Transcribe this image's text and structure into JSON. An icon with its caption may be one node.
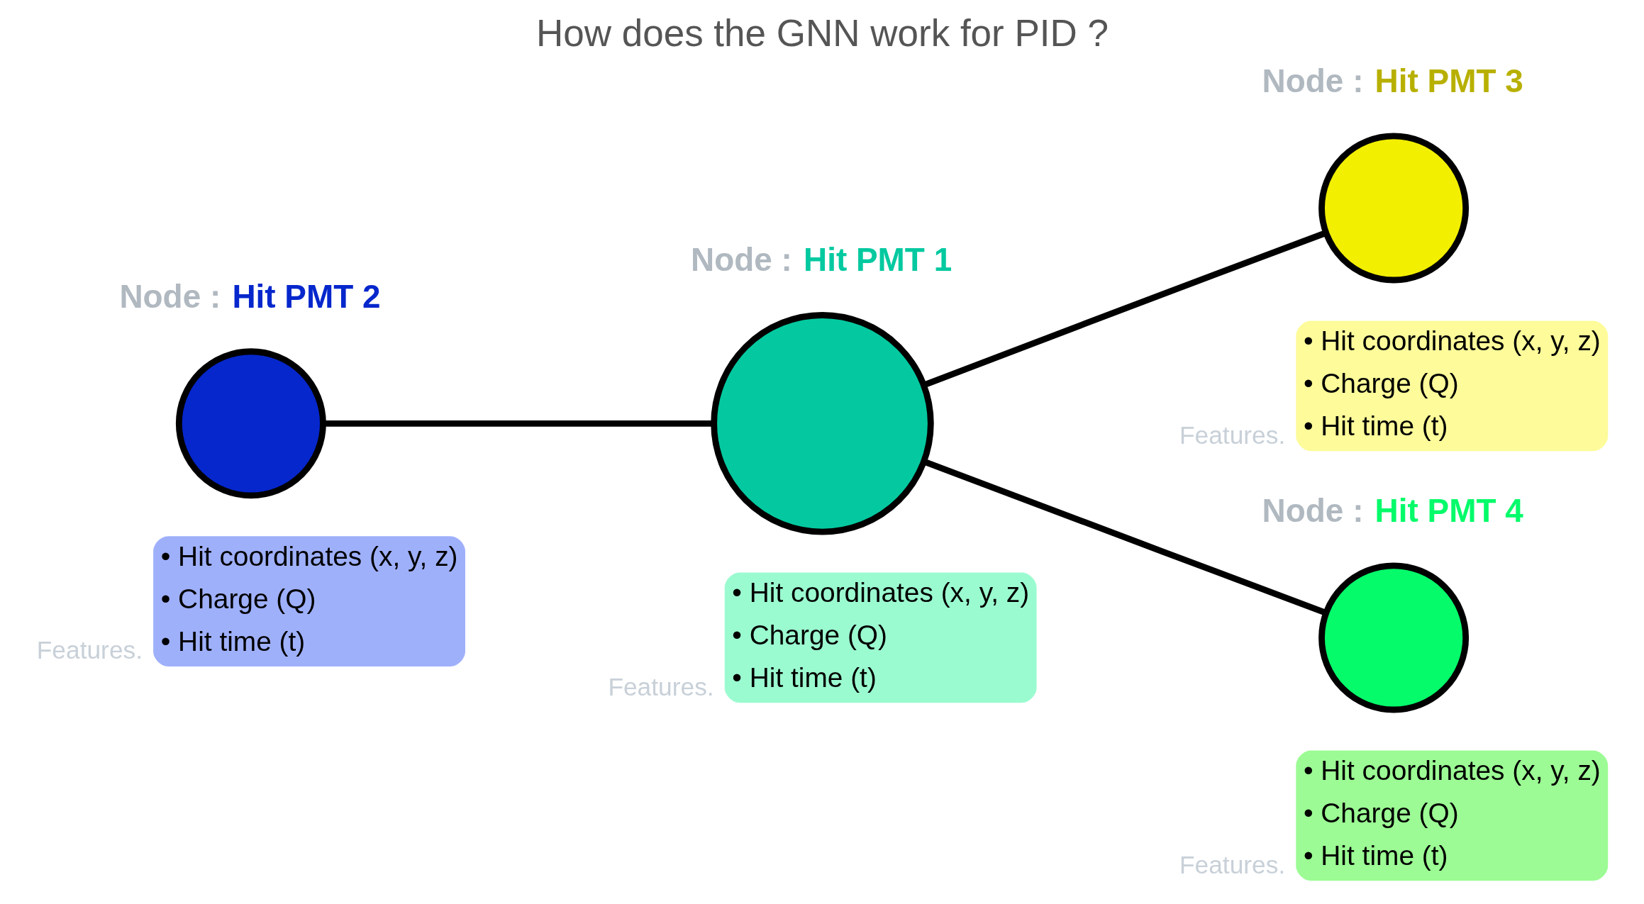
{
  "diagram": {
    "title": "How does the GNN work for PID ?",
    "nodes": [
      {
        "text": [],
        "shape": "circle",
        "beside": [
          "Node :",
          "Hit PMT 2"
        ]
      },
      {
        "text": [
          "Features.",
          "• Hit coordinates (x, y, z)",
          "• Charge (Q)",
          "• Hit time (t)"
        ]
      },
      {
        "text": [],
        "shape": "circle",
        "beside": [
          "Node :",
          "Hit PMT 1"
        ]
      },
      {
        "text": [
          "Features.",
          "• Hit coordinates (x, y, z)",
          "• Charge (Q)",
          "• Hit time (t)"
        ]
      },
      {
        "text": [],
        "shape": "circle",
        "beside": [
          "Node :",
          "Hit PMT 3"
        ]
      },
      {
        "text": [
          "Features.",
          "• Hit coordinates (x, y, z)",
          "• Charge (Q)",
          "• Hit time (t)"
        ]
      },
      {
        "text": [],
        "shape": "circle",
        "beside": [
          "Node :",
          "Hit PMT 4"
        ]
      },
      {
        "text": [
          "Features.",
          "• Hit coordinates (x, y, z)",
          "• Charge (Q)",
          "• Hit time (t)"
        ]
      }
    ],
    "edges": [
      {
        "from": 0,
        "to": 2,
        "arrow": "none"
      },
      {
        "from": 2,
        "to": 4,
        "arrow": "none"
      },
      {
        "from": 2,
        "to": 6,
        "arrow": "none"
      }
    ]
  }
}
